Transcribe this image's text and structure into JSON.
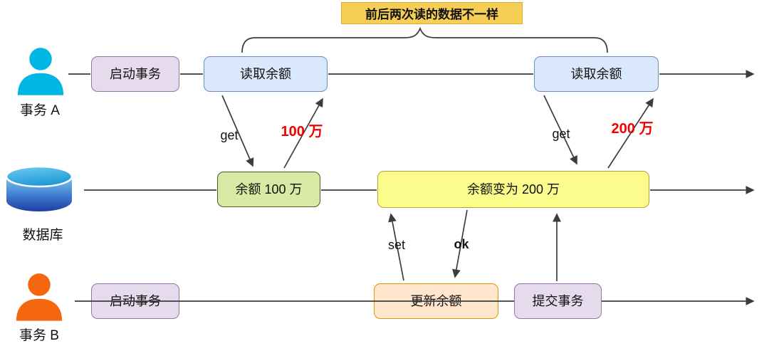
{
  "note": {
    "text": "前后两次读的数据不一样"
  },
  "lane_a": {
    "label": "事务 A",
    "start_box": "启动事务",
    "read_box_1": "读取余额",
    "read_box_2": "读取余额"
  },
  "lane_db": {
    "label": "数据库",
    "balance_box_1": "余额 100 万",
    "balance_box_2": "余额变为 200 万"
  },
  "lane_b": {
    "label": "事务 B",
    "start_box": "启动事务",
    "update_box": "更新余额",
    "commit_box": "提交事务"
  },
  "edge_labels": {
    "get_1": "get",
    "result_1": "100 万",
    "get_2": "get",
    "result_2": "200 万",
    "set": "set",
    "ok": "ok"
  },
  "colors": {
    "note_bg": "#F6CE55",
    "note_border": "#DFAC28",
    "purple_fill": "#E6DBEC",
    "purple_stroke": "#9673A6",
    "blue_fill": "#DAE8FC",
    "blue_stroke": "#6C8EBF",
    "green_fill": "#D7E9A3",
    "green_stroke": "#50592F",
    "yellow_fill": "#FCFC8C",
    "yellow_stroke": "#B8A135",
    "orange_fill": "#FFE6CC",
    "orange_stroke": "#D79B00",
    "result_red": "#F20000",
    "actor_a_color": "#00B6E3",
    "actor_b_color": "#F4670F",
    "line_color": "#3C3C3C"
  }
}
